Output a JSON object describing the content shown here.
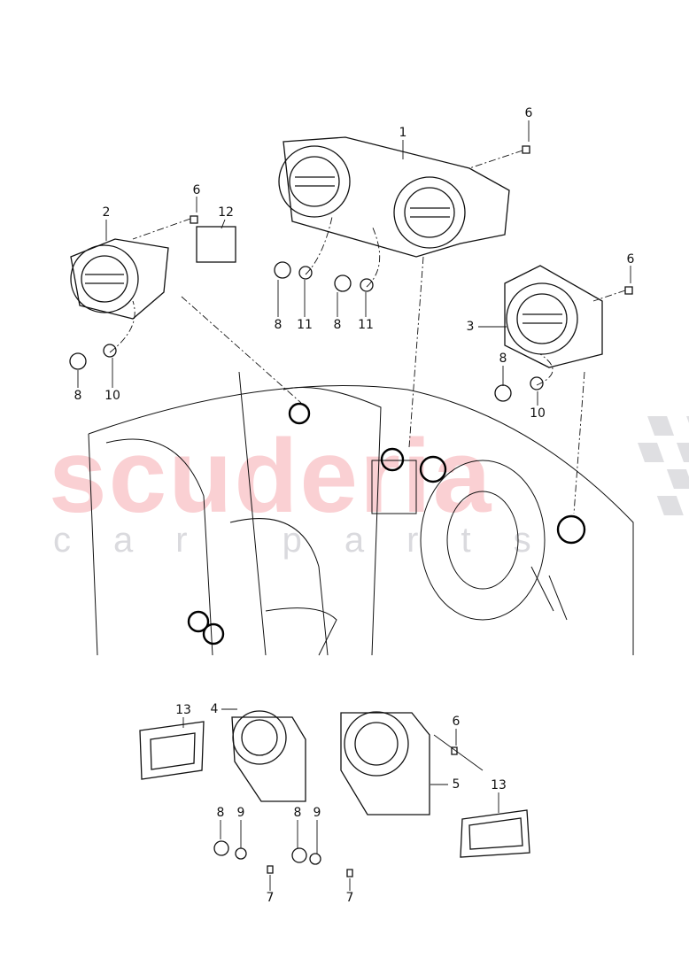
{
  "watermark": {
    "line1": "scuderia",
    "line2": "car parts"
  },
  "colors": {
    "line": "#111111",
    "highlight_ring": "#c00000",
    "watermark_red": "#f07882",
    "watermark_grey": "#9696a0"
  },
  "callouts": [
    {
      "id": "c1",
      "text": "1"
    },
    {
      "id": "c6a",
      "text": "6"
    },
    {
      "id": "c2",
      "text": "2"
    },
    {
      "id": "c6b",
      "text": "6"
    },
    {
      "id": "c12",
      "text": "12"
    },
    {
      "id": "c8a",
      "text": "8"
    },
    {
      "id": "c11a",
      "text": "11"
    },
    {
      "id": "c8b",
      "text": "8"
    },
    {
      "id": "c11b",
      "text": "11"
    },
    {
      "id": "c6c",
      "text": "6"
    },
    {
      "id": "c3",
      "text": "3"
    },
    {
      "id": "c8c",
      "text": "8"
    },
    {
      "id": "c10a",
      "text": "10"
    },
    {
      "id": "c8d",
      "text": "8"
    },
    {
      "id": "c10b",
      "text": "10"
    },
    {
      "id": "c13a",
      "text": "13"
    },
    {
      "id": "c4",
      "text": "4"
    },
    {
      "id": "c6d",
      "text": "6"
    },
    {
      "id": "c5",
      "text": "5"
    },
    {
      "id": "c13b",
      "text": "13"
    },
    {
      "id": "c8e",
      "text": "8"
    },
    {
      "id": "c9a",
      "text": "9"
    },
    {
      "id": "c8f",
      "text": "8"
    },
    {
      "id": "c9b",
      "text": "9"
    },
    {
      "id": "c7a",
      "text": "7"
    },
    {
      "id": "c7b",
      "text": "7"
    }
  ]
}
